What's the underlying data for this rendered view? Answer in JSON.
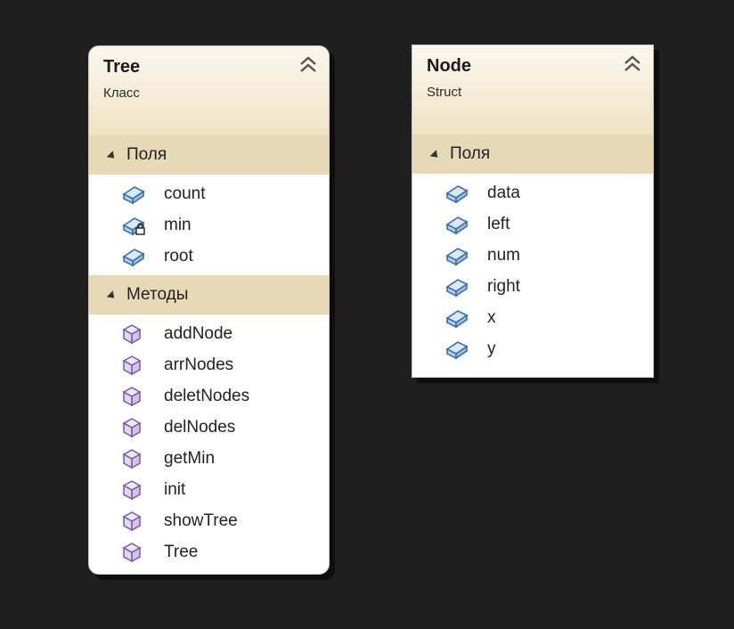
{
  "shapes": {
    "tree": {
      "title": "Tree",
      "kind": "Класс",
      "sections": {
        "fields": {
          "label": "Поля",
          "items": [
            "count",
            "min",
            "root"
          ]
        },
        "methods": {
          "label": "Методы",
          "items": [
            "addNode",
            "arrNodes",
            "deletNodes",
            "delNodes",
            "getMin",
            "init",
            "showTree",
            "Tree"
          ]
        }
      }
    },
    "node": {
      "title": "Node",
      "kind": "Struct",
      "sections": {
        "fields": {
          "label": "Поля",
          "items": [
            "data",
            "left",
            "num",
            "right",
            "x",
            "y"
          ]
        }
      }
    }
  },
  "icons": {
    "field": "field-icon",
    "private_field": "private-field-icon",
    "method": "method-icon",
    "collapse": "double-chevron-up-icon",
    "section_toggle": "expanded-triangle-icon"
  },
  "colors": {
    "background": "#1f1f1f",
    "header_gradient_top": "#fbf7ee",
    "header_gradient_bottom": "#efe3c4",
    "section_bg": "#e6d9b5",
    "field_icon": "#3a6fa8",
    "method_icon": "#7b5aa0"
  }
}
